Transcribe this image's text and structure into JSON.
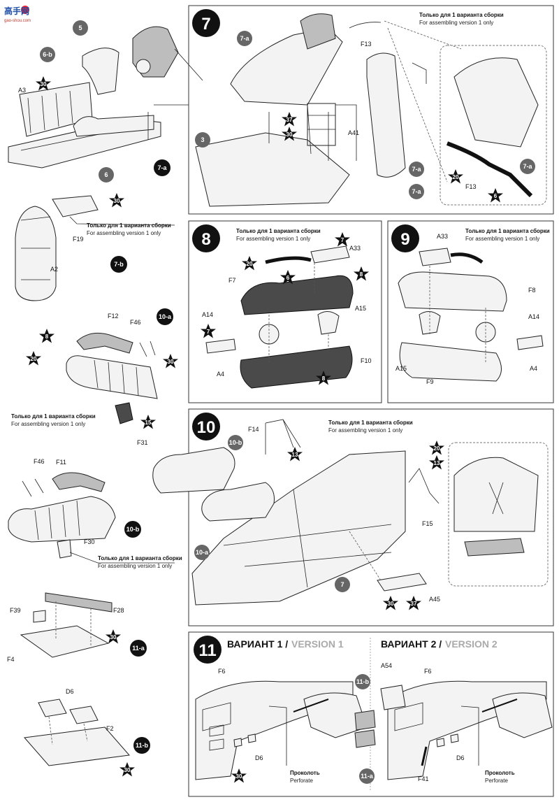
{
  "logo": {
    "title": "高手网",
    "subtitle": "gao-shou.com"
  },
  "notes": {
    "ru": "Только для 1 варианта сборки",
    "en": "For assembling version 1 only"
  },
  "perforate": {
    "ru": "Проколоть",
    "en": "Perforate"
  },
  "steps": {
    "s7": "7",
    "s8": "8",
    "s9": "9",
    "s10": "10",
    "s11": "11"
  },
  "step11": {
    "v1_prefix": "ВАРИАНТ 1 /",
    "v1_suffix": "VERSION 1",
    "v2_prefix": "ВАРИАНТ 2 /",
    "v2_suffix": "VERSION 2"
  },
  "subassemblies": {
    "a7a": "7-a",
    "a7b": "7-b",
    "a10a": "10-a",
    "a10b": "10-b",
    "a11a": "11-a",
    "a11b": "11-b",
    "a6b": "6-b",
    "a5": "5",
    "a6": "6",
    "a3": "3",
    "a7": "7"
  },
  "stars": {
    "s30": "30",
    "s37": "37",
    "s20": "20",
    "s6": "6",
    "s7": "7",
    "s8": "8",
    "s13": "13",
    "s15": "15"
  },
  "labels": {
    "A3": "A3",
    "F13": "F13",
    "A41": "A41",
    "F19": "F19",
    "A2": "A2",
    "F12": "F12",
    "F46": "F46",
    "F31": "F31",
    "F11": "F11",
    "F30": "F30",
    "F39": "F39",
    "F28": "F28",
    "F4": "F4",
    "D6": "D6",
    "F2": "F2",
    "A33": "A33",
    "F7": "F7",
    "A14": "A14",
    "A15": "A15",
    "A4": "A4",
    "F10": "F10",
    "F8": "F8",
    "F9": "F9",
    "F14": "F14",
    "F15": "F15",
    "A45": "A45",
    "F6": "F6",
    "A54": "A54",
    "F41": "F41"
  },
  "colors": {
    "accent": "#111111",
    "circle": "#111111",
    "subcircle": "#666666",
    "logo": "#1d4fa8"
  }
}
